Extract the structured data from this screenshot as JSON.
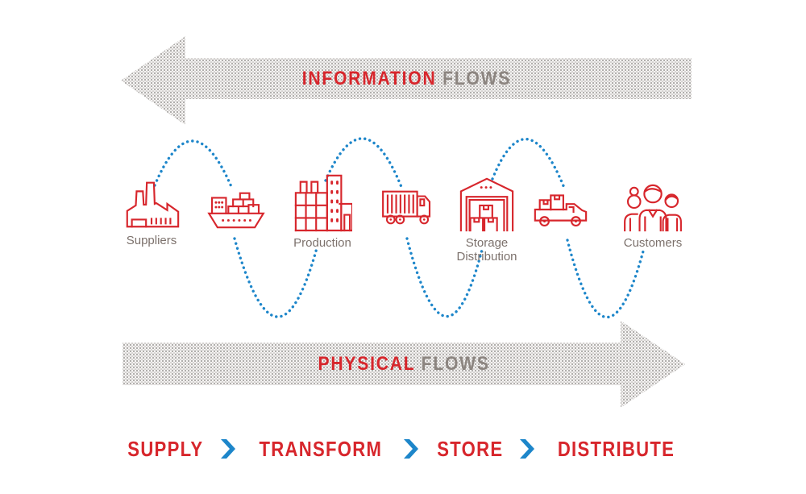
{
  "colors": {
    "accent_red": "#d7262c",
    "accent_blue": "#1d86ca",
    "flow_gray": "#8c8580",
    "label_gray": "#7c716c"
  },
  "flows": {
    "information": {
      "highlight": "INFORMATION",
      "rest": "FLOWS",
      "direction": "left"
    },
    "physical": {
      "highlight": "PHYSICAL",
      "rest": "FLOWS",
      "direction": "right"
    }
  },
  "stations": [
    {
      "name": "suppliers",
      "icon": "factory-icon",
      "label": "Suppliers"
    },
    {
      "name": "supply-ship",
      "icon": "cargo-ship-icon",
      "label": ""
    },
    {
      "name": "production",
      "icon": "production-plant-icon",
      "label": "Production"
    },
    {
      "name": "freight-truck",
      "icon": "truck-icon",
      "label": ""
    },
    {
      "name": "storage-distribution",
      "icon": "warehouse-icon",
      "label": "Storage",
      "label_line2": "Distribution"
    },
    {
      "name": "delivery-van",
      "icon": "delivery-van-icon",
      "label": ""
    },
    {
      "name": "customers",
      "icon": "customers-icon",
      "label": "Customers"
    }
  ],
  "process_steps": [
    {
      "label": "SUPPLY"
    },
    {
      "label": "TRANSFORM"
    },
    {
      "label": "STORE"
    },
    {
      "label": "DISTRIBUTE"
    }
  ]
}
